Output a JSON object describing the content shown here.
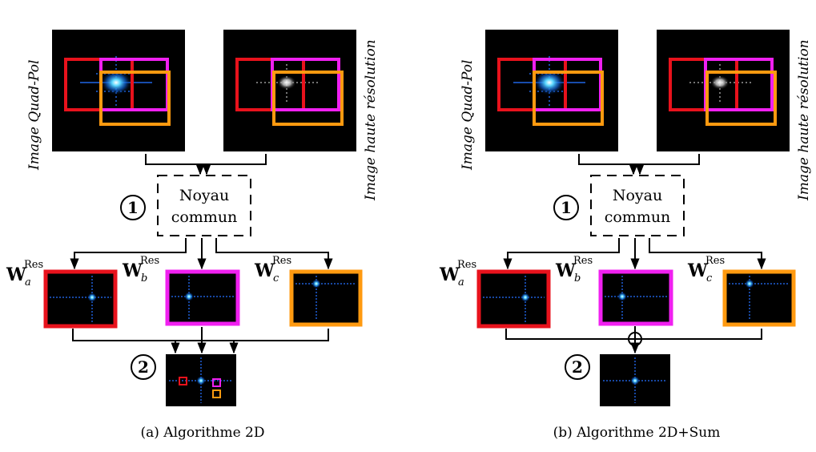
{
  "panel_a": {
    "label_quadpol": "Image Quad-Pol",
    "label_highres": "Image haute résolution",
    "kernel_line1": "Noyau",
    "kernel_line2": "commun",
    "step1": "1",
    "step2": "2",
    "w_symbol": "W",
    "w_a_sub": "a",
    "w_b_sub": "b",
    "w_c_sub": "c",
    "w_sup": "Res",
    "caption": "(a)  Algorithme 2D"
  },
  "panel_b": {
    "label_quadpol": "Image Quad-Pol",
    "label_highres": "Image haute résolution",
    "kernel_line1": "Noyau",
    "kernel_line2": "commun",
    "step1": "1",
    "step2": "2",
    "w_symbol": "W",
    "w_a_sub": "a",
    "w_b_sub": "b",
    "w_c_sub": "c",
    "w_sup": "Res",
    "caption": "(b)  Algorithme 2D+Sum"
  },
  "colors": {
    "window_a": "#e8121c",
    "window_b": "#f020f0",
    "window_c": "#ff9a10",
    "image_bg": "#000000",
    "target_blue": "#33ccff"
  }
}
